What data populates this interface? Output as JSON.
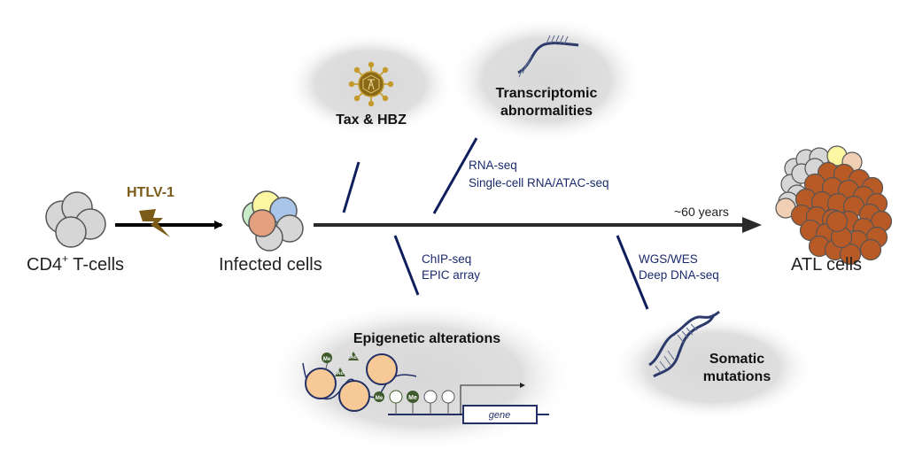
{
  "title": "HTLV-1 infection to ATL progression with omics analyses",
  "stages": {
    "normal": {
      "label": "CD4",
      "sup": "+",
      "label_suffix": " T-cells"
    },
    "infected": {
      "label": "Infected cells"
    },
    "atl": {
      "label": "ATL cells"
    }
  },
  "virus": {
    "label": "HTLV-1",
    "color": "#7a5c18"
  },
  "timeline": {
    "label": "~60 years"
  },
  "bubbles": {
    "tax_hbz": {
      "label": "Tax & HBZ",
      "icon": "virus-icon"
    },
    "transcriptomic": {
      "line1": "Transcriptomic",
      "line2": "abnormalities",
      "icon": "rna-strand-icon"
    },
    "epigenetic": {
      "label": "Epigenetic alterations",
      "gene_label": "gene",
      "me_label": "Me",
      "ac_label": "Ac",
      "icon": "chromatin-icon"
    },
    "somatic": {
      "line1": "Somatic",
      "line2": "mutations",
      "icon": "dna-double-helix-icon"
    }
  },
  "methods": {
    "transcriptomic": [
      "RNA-seq",
      "Single-cell RNA/ATAC-seq"
    ],
    "epigenetic": [
      "ChIP-seq",
      "EPIC array"
    ],
    "genomic": [
      "WGS/WES",
      "Deep DNA-seq"
    ]
  },
  "colors": {
    "method_text": "#1a2a6c",
    "method_line": "#0f1f5c",
    "atl_cell": "#b85a26",
    "gray_cell": "#d6d6d6",
    "bubble": "#dcdcdc",
    "nucleosome": "#f6c996",
    "mark": "#3f5a2c"
  }
}
